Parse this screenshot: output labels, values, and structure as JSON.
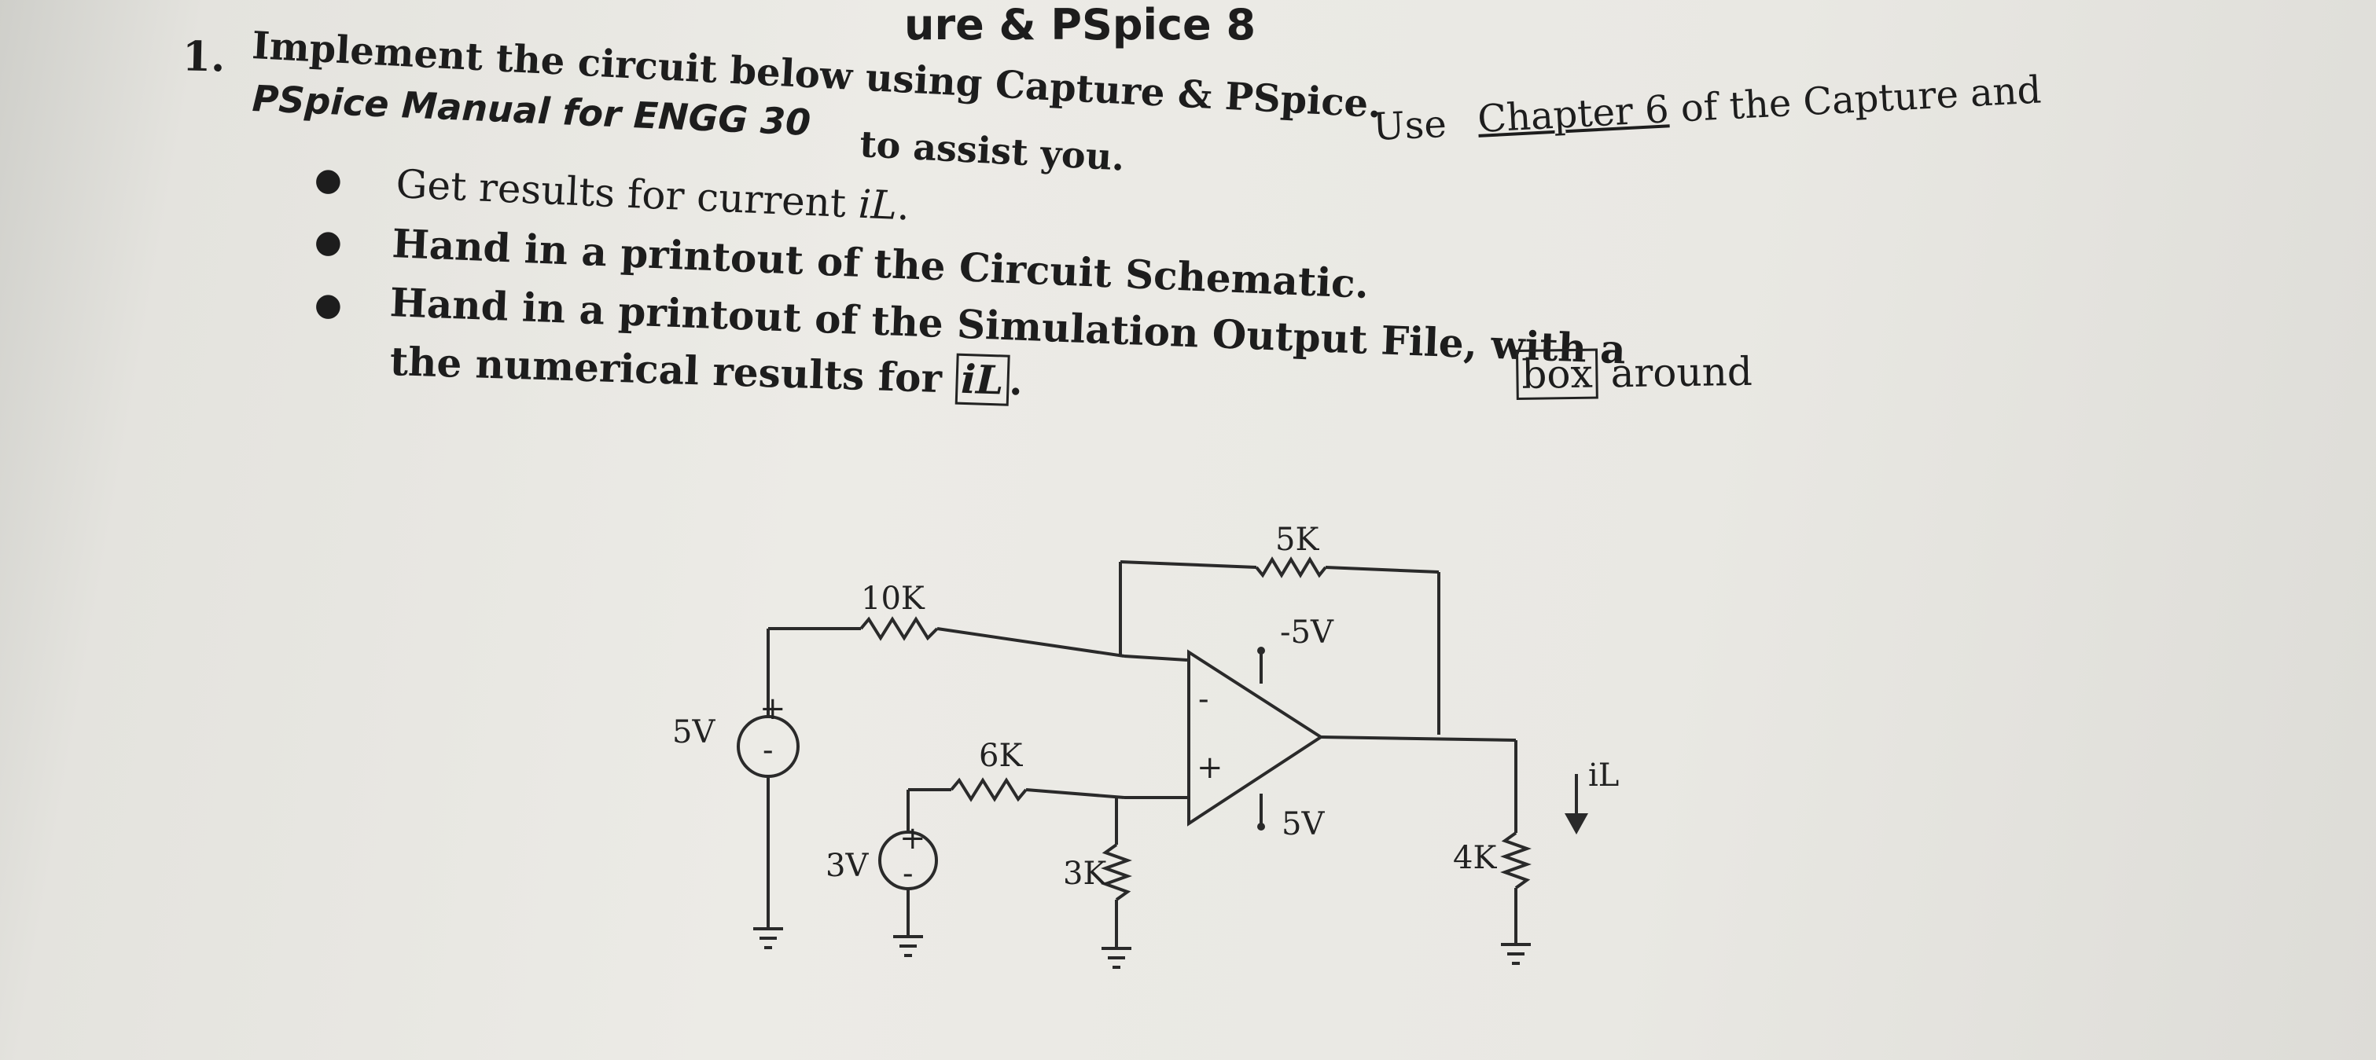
{
  "header": {
    "title": "ure & PSpice 8"
  },
  "question": {
    "number": "1.",
    "line1": "Implement the circuit below using Capture & PSpice.",
    "use_text": "Use",
    "chapter_link": "Chapter 6",
    "line1_tail": "of the Capture and",
    "line2_manual": "PSpice Manual for ENGG 30",
    "line2_tail": "to assist you."
  },
  "bullets": [
    {
      "text": "Get results for current",
      "symbol": "iL",
      "end": "."
    },
    {
      "text": "Hand in a printout of the Circuit Schematic."
    },
    {
      "text": "Hand in a printout of the Simulation Output File, with a",
      "boxed_word": "box",
      "tail": "around"
    },
    {
      "text": "the numerical results for",
      "boxed_symbol": "iL",
      "end": "."
    }
  ],
  "circuit": {
    "source_5v": "5V",
    "source_3v": "3V",
    "r_10k": "10K",
    "r_6k": "6K",
    "r_3k": "3K",
    "r_5k": "5K",
    "r_4k": "4K",
    "neg_supply": "-5V",
    "pos_supply": "5V",
    "current_label": "iL",
    "minus_sign": "-",
    "plus_sign": "+"
  }
}
